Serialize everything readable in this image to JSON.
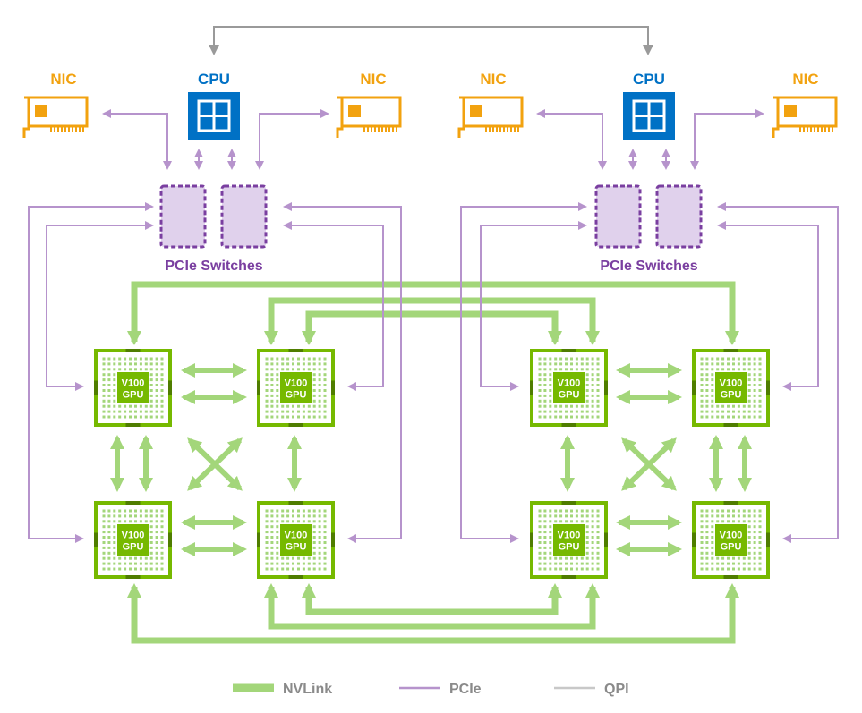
{
  "labels": {
    "cpu": "CPU",
    "nic": "NIC",
    "pcie_switches": "PCIe Switches",
    "gpu_model": "V100",
    "gpu_type": "GPU"
  },
  "legend": {
    "nvlink": "NVLink",
    "pcie": "PCIe",
    "qpi": "QPI"
  },
  "colors": {
    "nvlink": "#a3d67a",
    "pcie": "#b693cc",
    "qpi": "#9a9a9a",
    "cpu": "#0071c5",
    "nic": "#f2a20f",
    "gpu": "#76b900",
    "switch_fill": "#e0d1ec",
    "switch_border": "#7a3fa0"
  }
}
